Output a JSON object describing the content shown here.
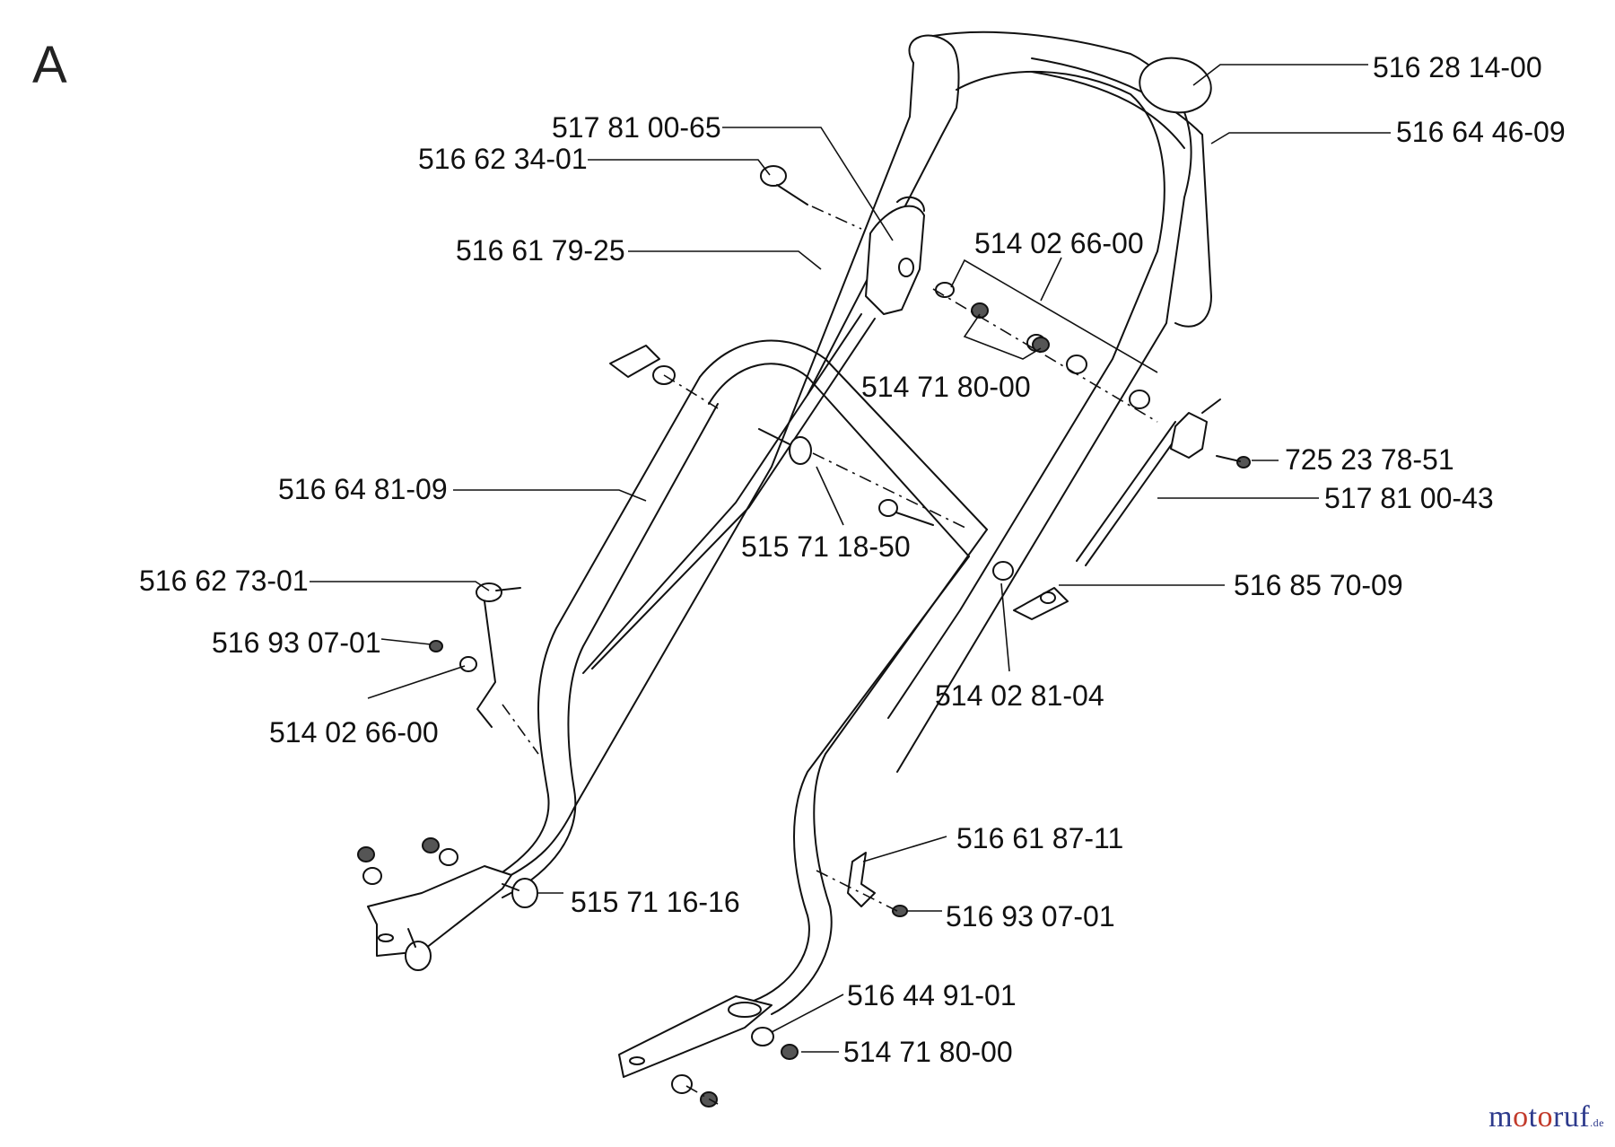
{
  "section_label": "A",
  "labels": [
    {
      "id": "l1",
      "text": "516 28 14-00"
    },
    {
      "id": "l2",
      "text": "516 64 46-09"
    },
    {
      "id": "l3",
      "text": "517 81 00-65"
    },
    {
      "id": "l4",
      "text": "516 62 34-01"
    },
    {
      "id": "l5",
      "text": "516 61 79-25"
    },
    {
      "id": "l6",
      "text": "514 02 66-00"
    },
    {
      "id": "l7",
      "text": "514 71 80-00"
    },
    {
      "id": "l8",
      "text": "725 23 78-51"
    },
    {
      "id": "l9",
      "text": "517 81 00-43"
    },
    {
      "id": "l10",
      "text": "516 64 81-09"
    },
    {
      "id": "l11",
      "text": "515 71 18-50"
    },
    {
      "id": "l12",
      "text": "516 85 70-09"
    },
    {
      "id": "l13",
      "text": "516 62 73-01"
    },
    {
      "id": "l14",
      "text": "516 93 07-01"
    },
    {
      "id": "l15",
      "text": "514 02 66-00"
    },
    {
      "id": "l16",
      "text": "514 02 81-04"
    },
    {
      "id": "l17",
      "text": "516 61 87-11"
    },
    {
      "id": "l18",
      "text": "515 71 16-16"
    },
    {
      "id": "l19",
      "text": "516 93 07-01"
    },
    {
      "id": "l20",
      "text": "516 44 91-01"
    },
    {
      "id": "l21",
      "text": "514 71 80-00"
    }
  ],
  "watermark": {
    "m": "m",
    "o1": "o",
    "t": "t",
    "o2": "o",
    "ruf": "ruf",
    "tld": ".de"
  }
}
